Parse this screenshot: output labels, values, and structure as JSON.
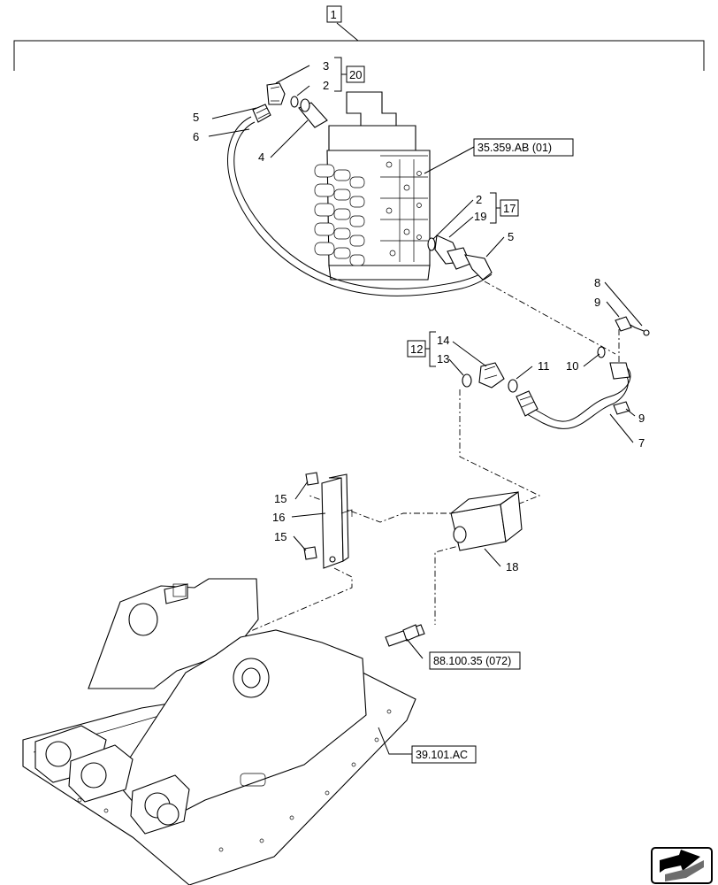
{
  "group_box": "1",
  "kit_boxes": {
    "upper": "20",
    "valve_side": "17",
    "mid": "12"
  },
  "part_numbers": {
    "p3": "3",
    "p2a": "2",
    "p5a": "5",
    "p6": "6",
    "p4": "4",
    "p2b": "2",
    "p19": "19",
    "p5b": "5",
    "p8": "8",
    "p9a": "9",
    "p14": "14",
    "p13": "13",
    "p11": "11",
    "p10": "10",
    "p9b": "9",
    "p7": "7",
    "p15a": "15",
    "p16": "16",
    "p15b": "15",
    "p18": "18"
  },
  "references": {
    "control_valve": "35.359.AB (01)",
    "line": "88.100.35 (072)",
    "frame": "39.101.AC"
  },
  "nav_icon": "next-page-arrow-icon"
}
